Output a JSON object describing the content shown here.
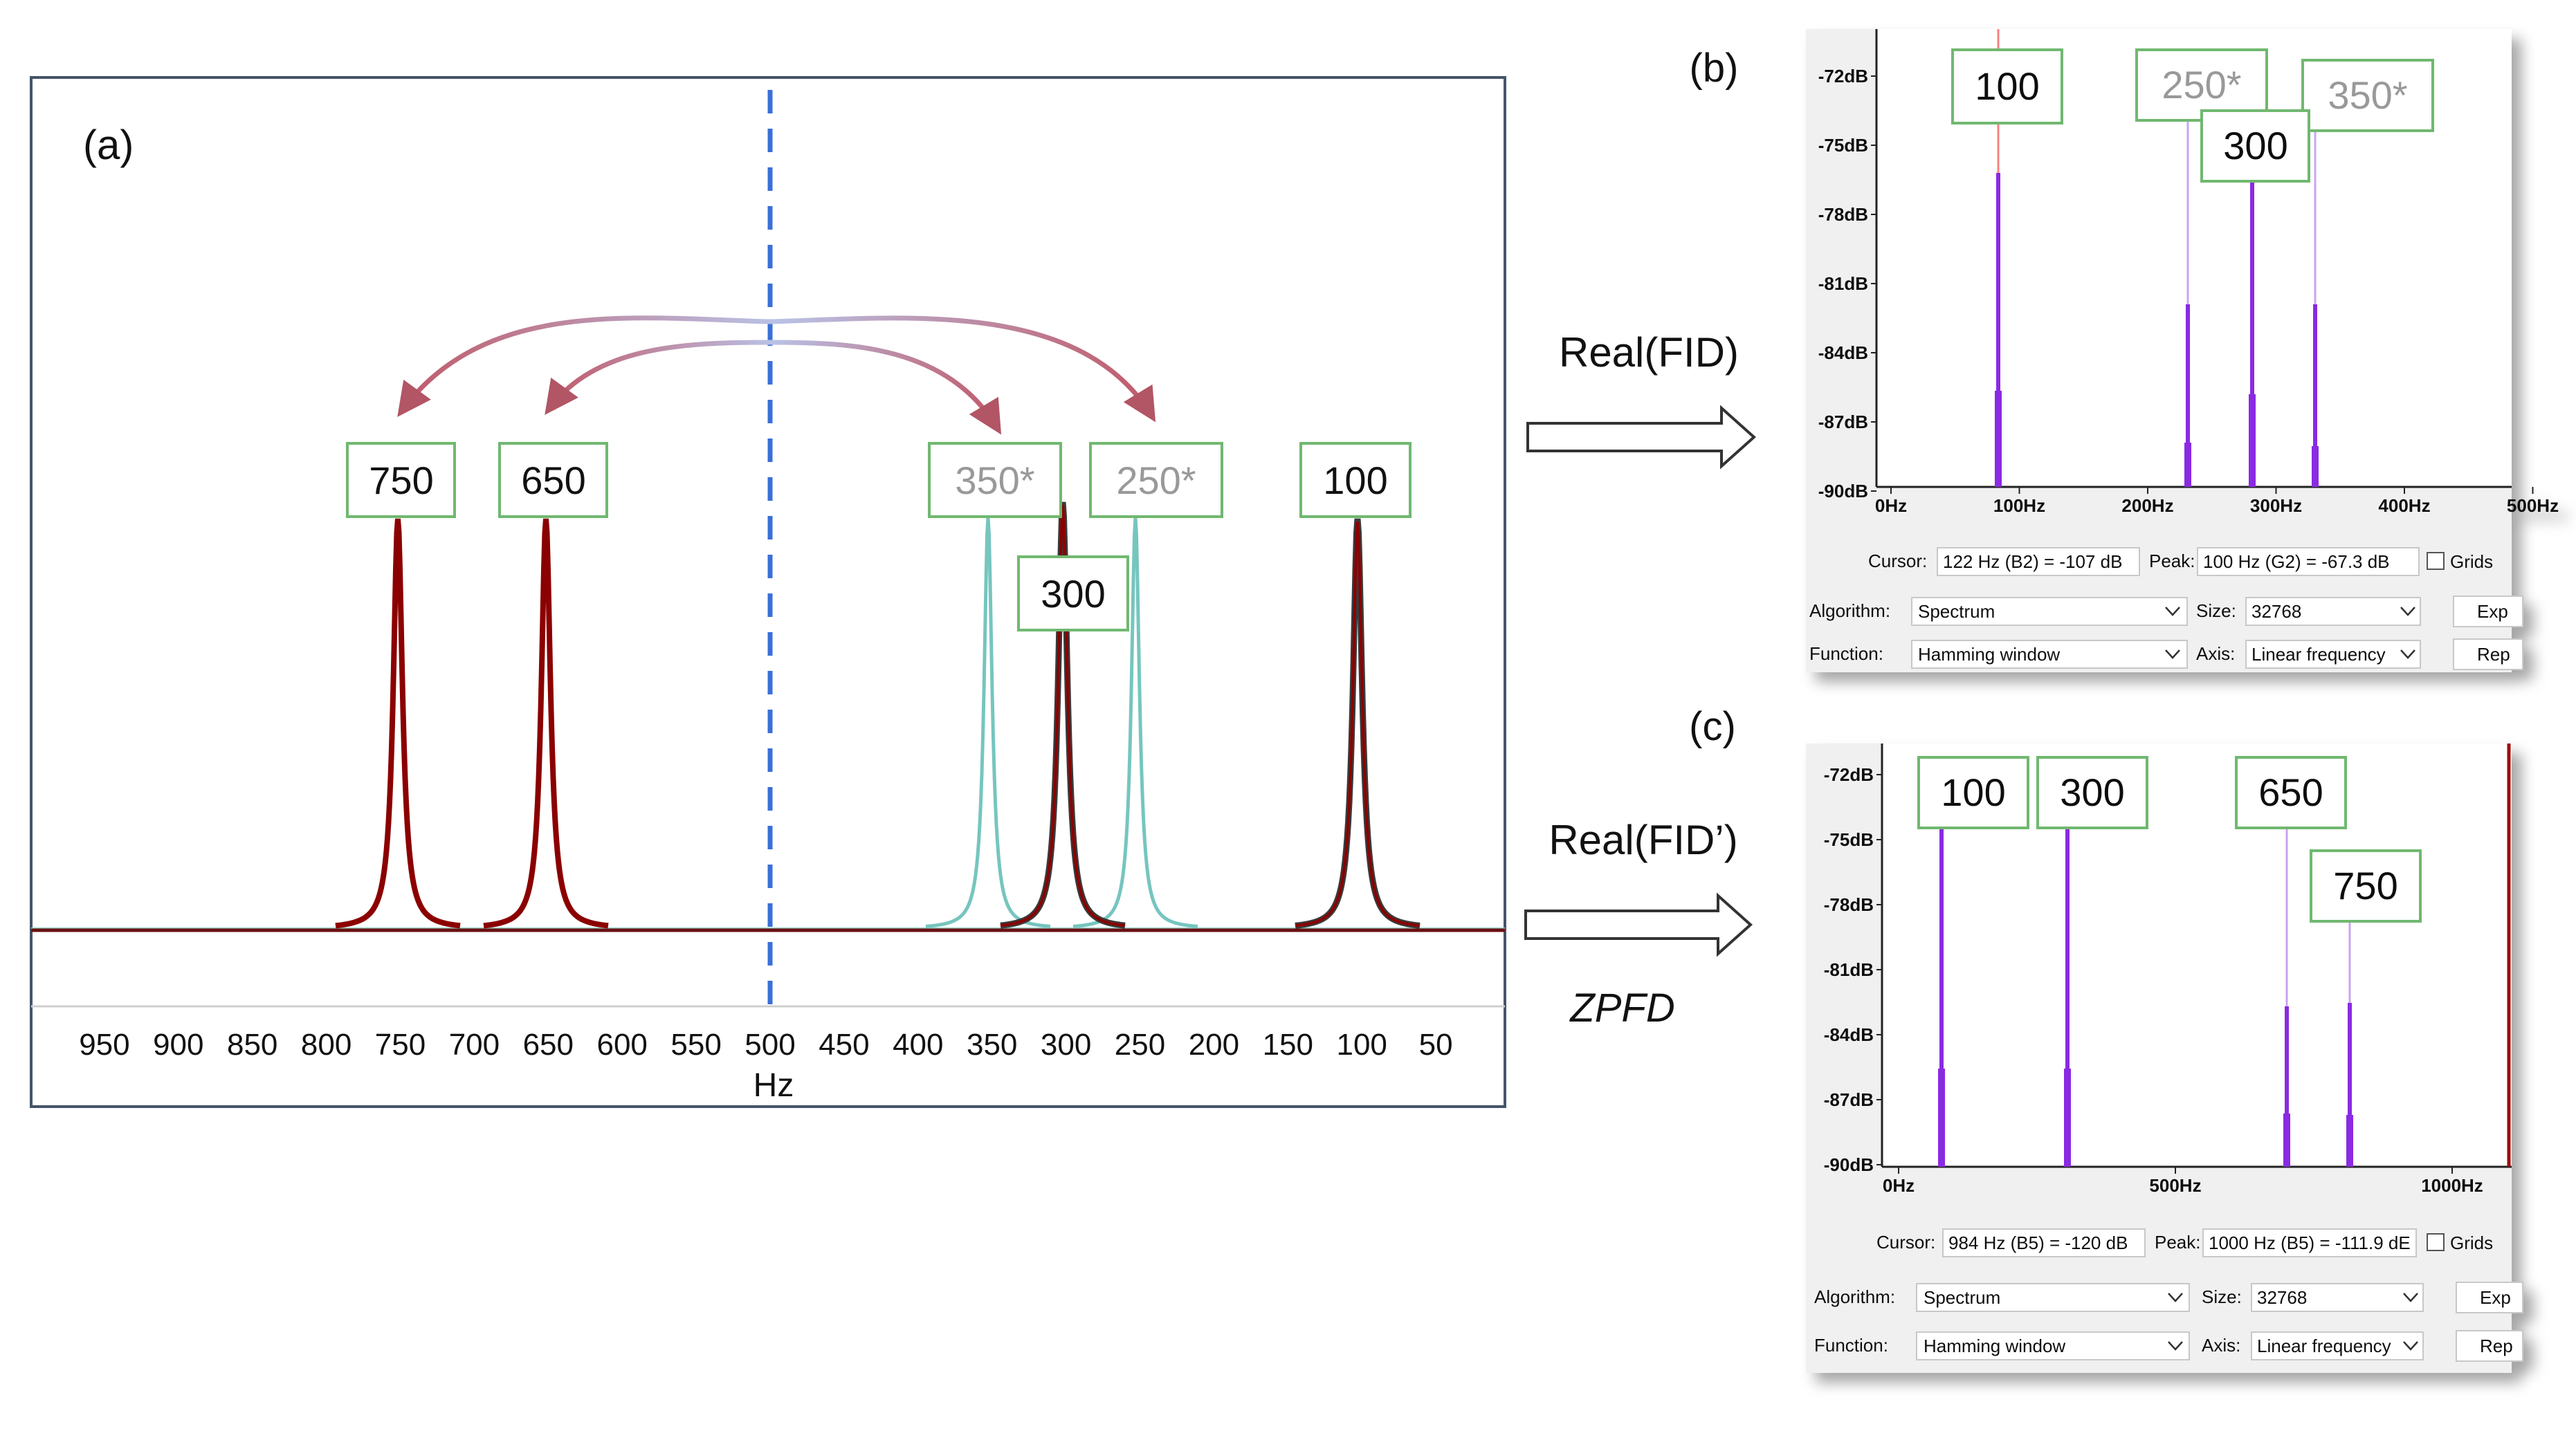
{
  "colors": {
    "peak_dark": "#8b0000",
    "peak_teal": "#76c5bf",
    "peak_grey": "#3a3a3a",
    "center_dash": "#3a6fd8",
    "arrow": "#b25565",
    "arc_light": "#b9c2e6",
    "label_border": "#70b870",
    "label_text": "#111111",
    "label_text_grey": "#999999",
    "spec_bar": "#8a2be2",
    "spec_bar_light": "#c9a4f0",
    "marker_red": "#ff6b6b",
    "panel_bg": "#f0f0f0"
  },
  "panel_a": {
    "tag": "(a)",
    "x_axis_title": "Hz",
    "x_ticks": [
      "950",
      "900",
      "850",
      "800",
      "750",
      "700",
      "650",
      "600",
      "550",
      "500",
      "450",
      "400",
      "350",
      "300",
      "250",
      "200",
      "150",
      "100",
      "50"
    ],
    "peak_labels": [
      {
        "text": "750",
        "style": "normal"
      },
      {
        "text": "650",
        "style": "normal"
      },
      {
        "text": "350*",
        "style": "grey"
      },
      {
        "text": "250*",
        "style": "grey"
      },
      {
        "text": "100",
        "style": "normal"
      },
      {
        "text": "300",
        "style": "normal"
      }
    ]
  },
  "transitions": {
    "top": "Real(FID)",
    "bottom": "Real(FID’)",
    "bottom_note": "ZPFD"
  },
  "panel_b": {
    "tag": "(b)",
    "y_ticks": [
      "-72dB",
      "-75dB",
      "-78dB",
      "-81dB",
      "-84dB",
      "-87dB",
      "-90dB"
    ],
    "x_ticks": [
      "0Hz",
      "100Hz",
      "200Hz",
      "300Hz",
      "400Hz",
      "500Hz"
    ],
    "peak_labels": [
      {
        "text": "100",
        "style": "normal"
      },
      {
        "text": "250*",
        "style": "grey"
      },
      {
        "text": "350*",
        "style": "grey"
      },
      {
        "text": "300",
        "style": "normal"
      }
    ],
    "cursor_label": "Cursor:",
    "cursor_value": "122 Hz (B2) = -107 dB",
    "peak_label": "Peak:",
    "peak_value": "100 Hz (G2) = -67.3 dB",
    "grids_label": "Grids",
    "algorithm_label": "Algorithm:",
    "algorithm_value": "Spectrum",
    "size_label": "Size:",
    "size_value": "32768",
    "function_label": "Function:",
    "function_value": "Hamming window",
    "axis_label": "Axis:",
    "axis_value": "Linear frequency",
    "button_export": "Exp",
    "button_replot": "Rep"
  },
  "panel_c": {
    "tag": "(c)",
    "y_ticks": [
      "-72dB",
      "-75dB",
      "-78dB",
      "-81dB",
      "-84dB",
      "-87dB",
      "-90dB"
    ],
    "x_ticks": [
      "0Hz",
      "500Hz",
      "1000Hz"
    ],
    "peak_labels": [
      {
        "text": "100",
        "style": "normal"
      },
      {
        "text": "300",
        "style": "normal"
      },
      {
        "text": "650",
        "style": "normal"
      },
      {
        "text": "750",
        "style": "normal"
      }
    ],
    "cursor_label": "Cursor:",
    "cursor_value": "984 Hz (B5) = -120 dB",
    "peak_label": "Peak:",
    "peak_value": "1000 Hz (B5) = -111.9 dE",
    "grids_label": "Grids",
    "algorithm_label": "Algorithm:",
    "algorithm_value": "Spectrum",
    "size_label": "Size:",
    "size_value": "32768",
    "function_label": "Function:",
    "function_value": "Hamming window",
    "axis_label": "Axis:",
    "axis_value": "Linear frequency",
    "button_export": "Exp",
    "button_replot": "Rep"
  }
}
